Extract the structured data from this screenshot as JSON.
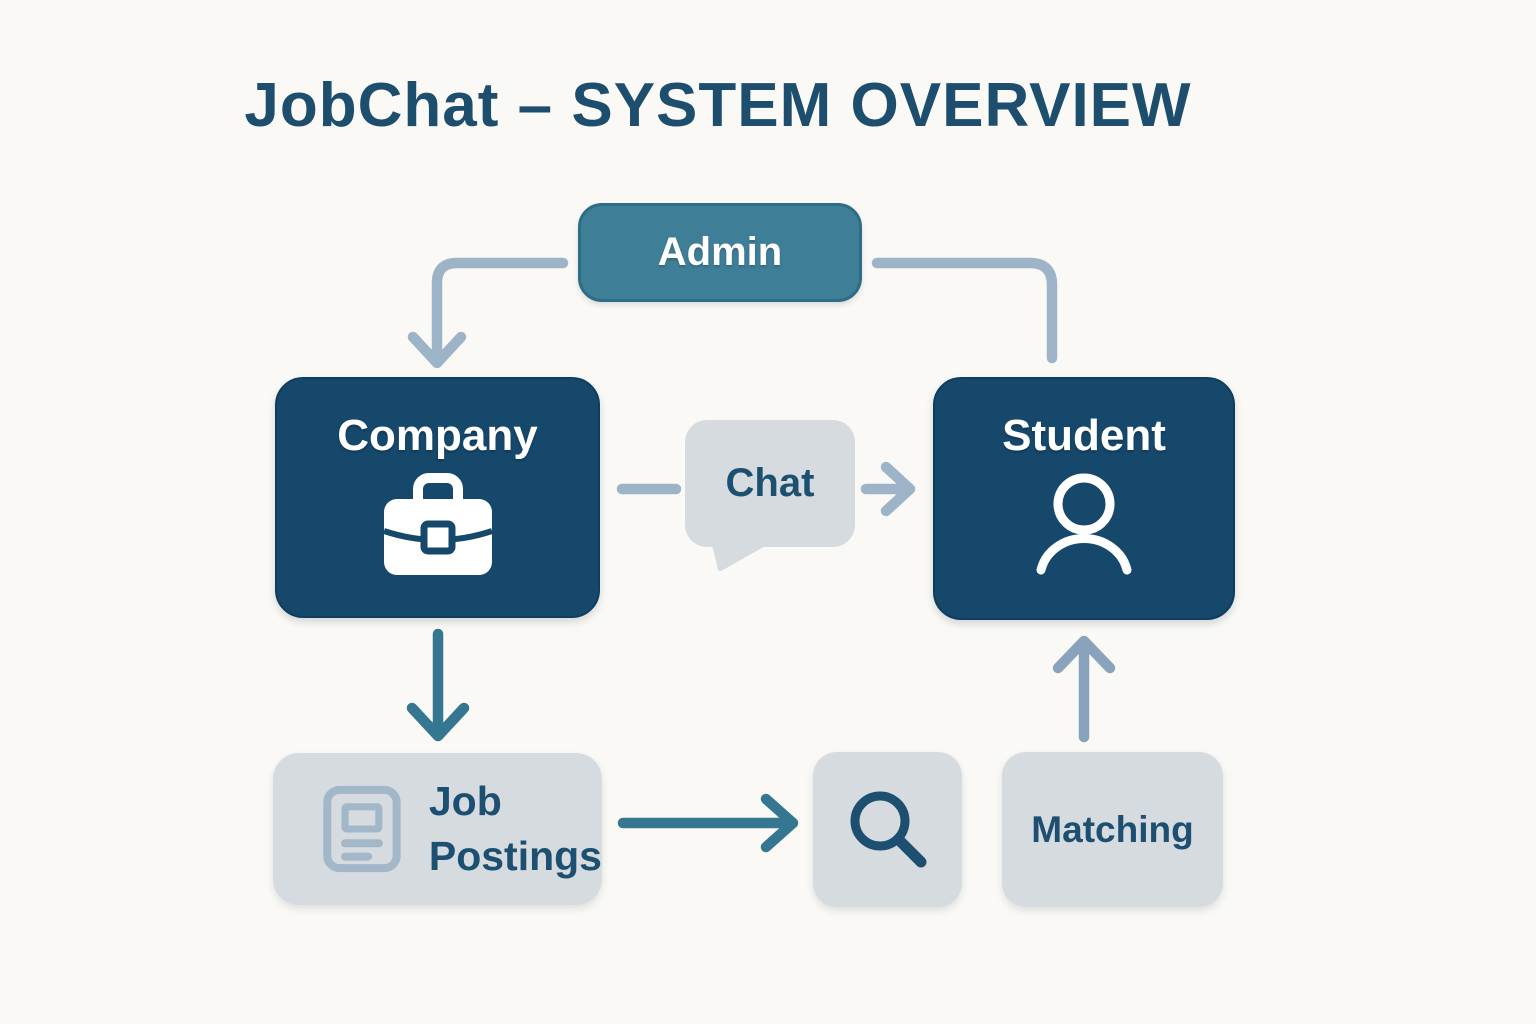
{
  "title": "JobChat – SYSTEM OVERVIEW",
  "nodes": {
    "admin": {
      "label": "Admin"
    },
    "company": {
      "label": "Company",
      "icon": "briefcase-icon"
    },
    "student": {
      "label": "Student",
      "icon": "person-icon"
    },
    "chat": {
      "label": "Chat",
      "icon": "speech-bubble"
    },
    "job_postings": {
      "label": "Job Postings",
      "lines": [
        "Job",
        "Postings"
      ],
      "icon": "document-icon"
    },
    "search": {
      "icon": "magnifier-icon"
    },
    "matching": {
      "label": "Matching"
    }
  },
  "edges": [
    {
      "from": "admin",
      "to": "company",
      "shape": "elbow-down",
      "arrowhead": true,
      "color_key": "arrow-light"
    },
    {
      "from": "admin",
      "to": "student",
      "shape": "elbow-down",
      "arrowhead": false,
      "color_key": "arrow-light"
    },
    {
      "from": "company",
      "to": "chat",
      "shape": "straight",
      "arrowhead": false,
      "color_key": "arrow-light"
    },
    {
      "from": "chat",
      "to": "student",
      "shape": "straight",
      "arrowhead": true,
      "color_key": "arrow-light"
    },
    {
      "from": "company",
      "to": "job_postings",
      "shape": "straight-down",
      "arrowhead": true,
      "color_key": "arrow-teal"
    },
    {
      "from": "job_postings",
      "to": "search",
      "shape": "straight-right",
      "arrowhead": true,
      "color_key": "arrow-teal"
    },
    {
      "from": "matching",
      "to": "student",
      "shape": "straight-up",
      "arrowhead": true,
      "color_key": "arrow-mid"
    }
  ],
  "colors": {
    "bg": "#faf9f5",
    "title": "#1d4e6e",
    "teal": "#3f7e97",
    "teal-border": "#2f6c86",
    "navy": "#16486c",
    "navy-border": "#103d5e",
    "navy-text": "#1d4f70",
    "gray": "#d6dbe0",
    "icon-muted": "#a2b7c8",
    "arrow-light": "#9db4c8",
    "arrow-mid": "#88a3bb",
    "arrow-teal": "#357690"
  }
}
